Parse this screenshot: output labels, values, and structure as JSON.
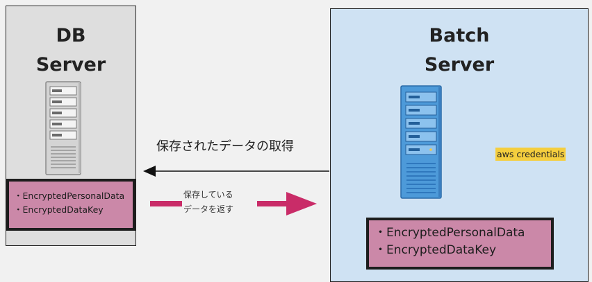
{
  "db_server": {
    "title_line1": "DB",
    "title_line2": "Server",
    "data_items": [
      "・EncryptedPersonalData",
      "・EncryptedDataKey"
    ]
  },
  "batch_server": {
    "title_line1": "Batch",
    "title_line2": "Server",
    "credentials_label": "aws credentials",
    "data_items": [
      "・EncryptedPersonalData",
      "・EncryptedDataKey"
    ]
  },
  "arrows": {
    "fetch_label": "保存されたデータの取得",
    "return_label_line1": "保存している",
    "return_label_line2": "データを返す"
  },
  "colors": {
    "db_panel": "#dedede",
    "batch_panel": "#cfe2f3",
    "data_box": "#cb88a8",
    "return_arrow": "#c92c68",
    "highlight": "#f5ce3e",
    "db_tower": "#d4d4d4",
    "batch_tower": "#4d9ad9"
  },
  "icons": {
    "db_server": "server-tower-icon",
    "batch_server": "server-tower-icon"
  }
}
